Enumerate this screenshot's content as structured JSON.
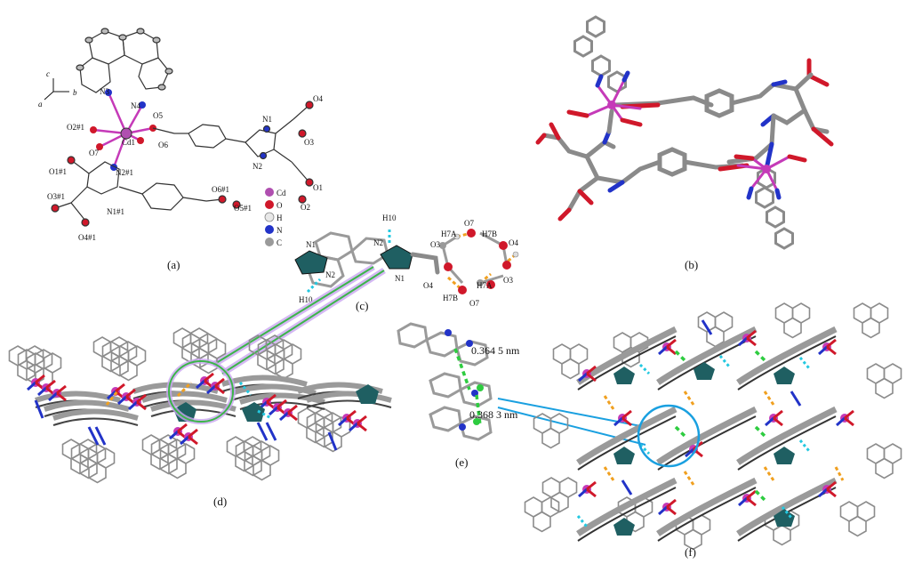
{
  "panels": {
    "a": {
      "caption": "(a)",
      "axes": {
        "c": "c",
        "a": "a",
        "b": "b"
      },
      "atoms": [
        "N3",
        "N4",
        "O5",
        "O2#1",
        "Cd1",
        "O6",
        "N1",
        "O4",
        "O3",
        "N2",
        "O1",
        "O2",
        "O7",
        "O1#1",
        "N2#1",
        "O3#1",
        "N1#1",
        "O4#1",
        "O6#1",
        "O5#1"
      ],
      "legend": [
        {
          "symbol": "Cd",
          "color": "#b04fb0"
        },
        {
          "symbol": "O",
          "color": "#d0182a"
        },
        {
          "symbol": "H",
          "color": "#e8e8e8"
        },
        {
          "symbol": "N",
          "color": "#2233c8"
        },
        {
          "symbol": "C",
          "color": "#9a9a9a"
        }
      ]
    },
    "b": {
      "caption": "(b)"
    },
    "c": {
      "caption": "(c)",
      "atoms": [
        "H10",
        "N1",
        "N2",
        "N2",
        "N1",
        "H10",
        "O7",
        "H7A",
        "H7B",
        "O3",
        "O4",
        "O4",
        "O3",
        "H7B",
        "H7A",
        "O7"
      ]
    },
    "d": {
      "caption": "(d)"
    },
    "e": {
      "caption": "(e)",
      "distances": [
        "0.364 5 nm",
        "0.368 3 nm"
      ]
    },
    "f": {
      "caption": "(f)"
    }
  },
  "colors": {
    "carbon": "#8a8a8a",
    "oxygen": "#d0182a",
    "nitrogen": "#2233c8",
    "cadmium": "#c53ab8",
    "hbond": "#f0a020",
    "pi": "#2ecc40",
    "ch": "#23c8e0",
    "highlight": "#1aa0e0"
  }
}
